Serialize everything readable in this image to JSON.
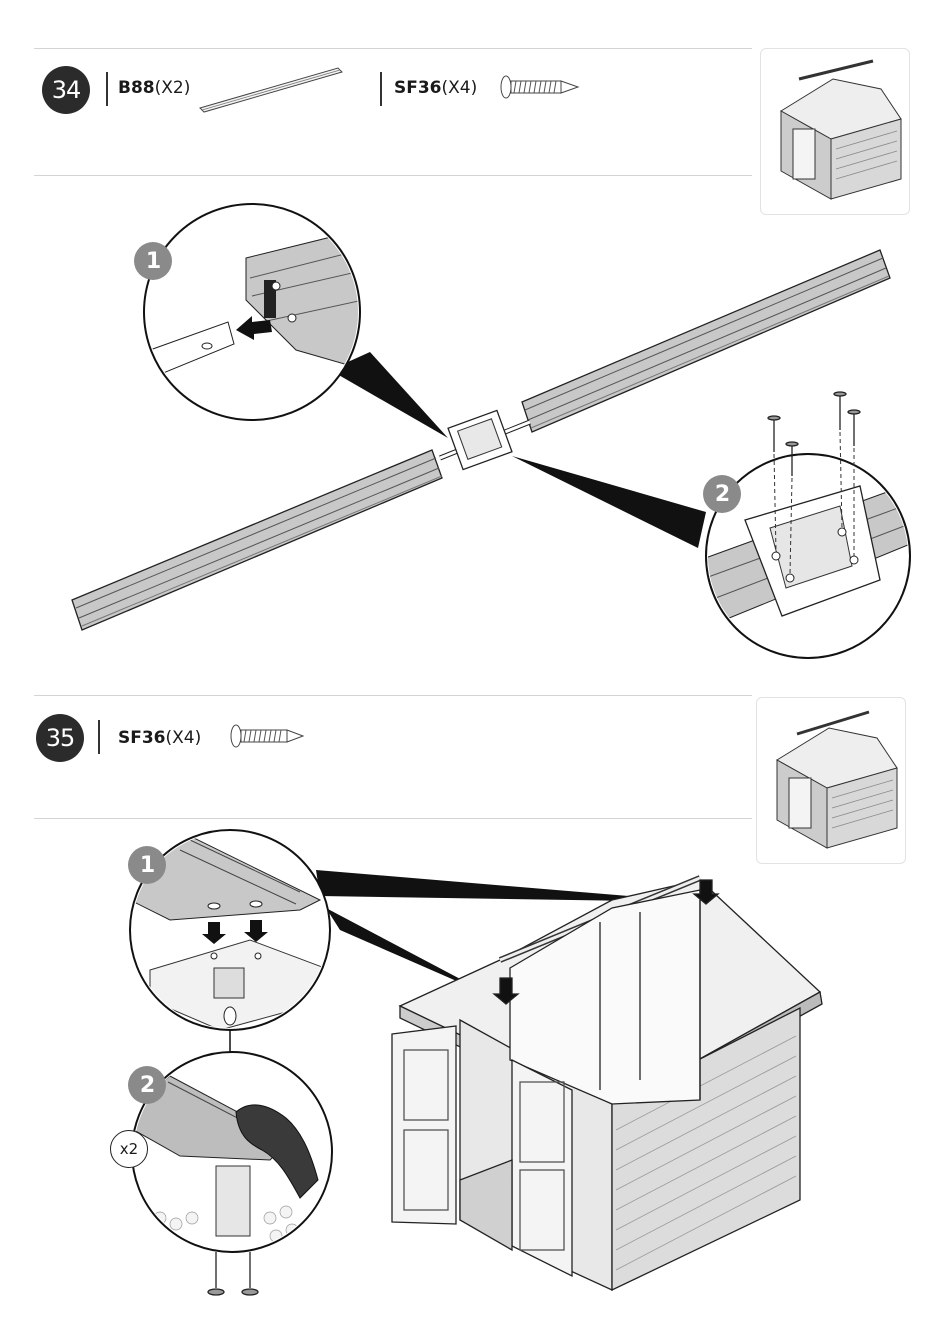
{
  "steps": [
    {
      "number": "34",
      "parts": [
        {
          "code": "B88",
          "qty": "(X2)"
        },
        {
          "code": "SF36",
          "qty": "(X4)"
        }
      ],
      "callouts": [
        "1",
        "2"
      ]
    },
    {
      "number": "35",
      "parts": [
        {
          "code": "SF36",
          "qty": "(X4)"
        }
      ],
      "callouts": [
        "1",
        "2"
      ],
      "multiplier": "x2"
    }
  ],
  "icons": [
    "rail-part-icon",
    "screw-icon",
    "shed-thumbnail-icon",
    "arrow-icon",
    "hand-icon"
  ],
  "colors": {
    "badge": "#2b2b2b",
    "panel": "#c8c8c8",
    "callout": "#8a8a8a",
    "line": "#1a1a1a"
  }
}
